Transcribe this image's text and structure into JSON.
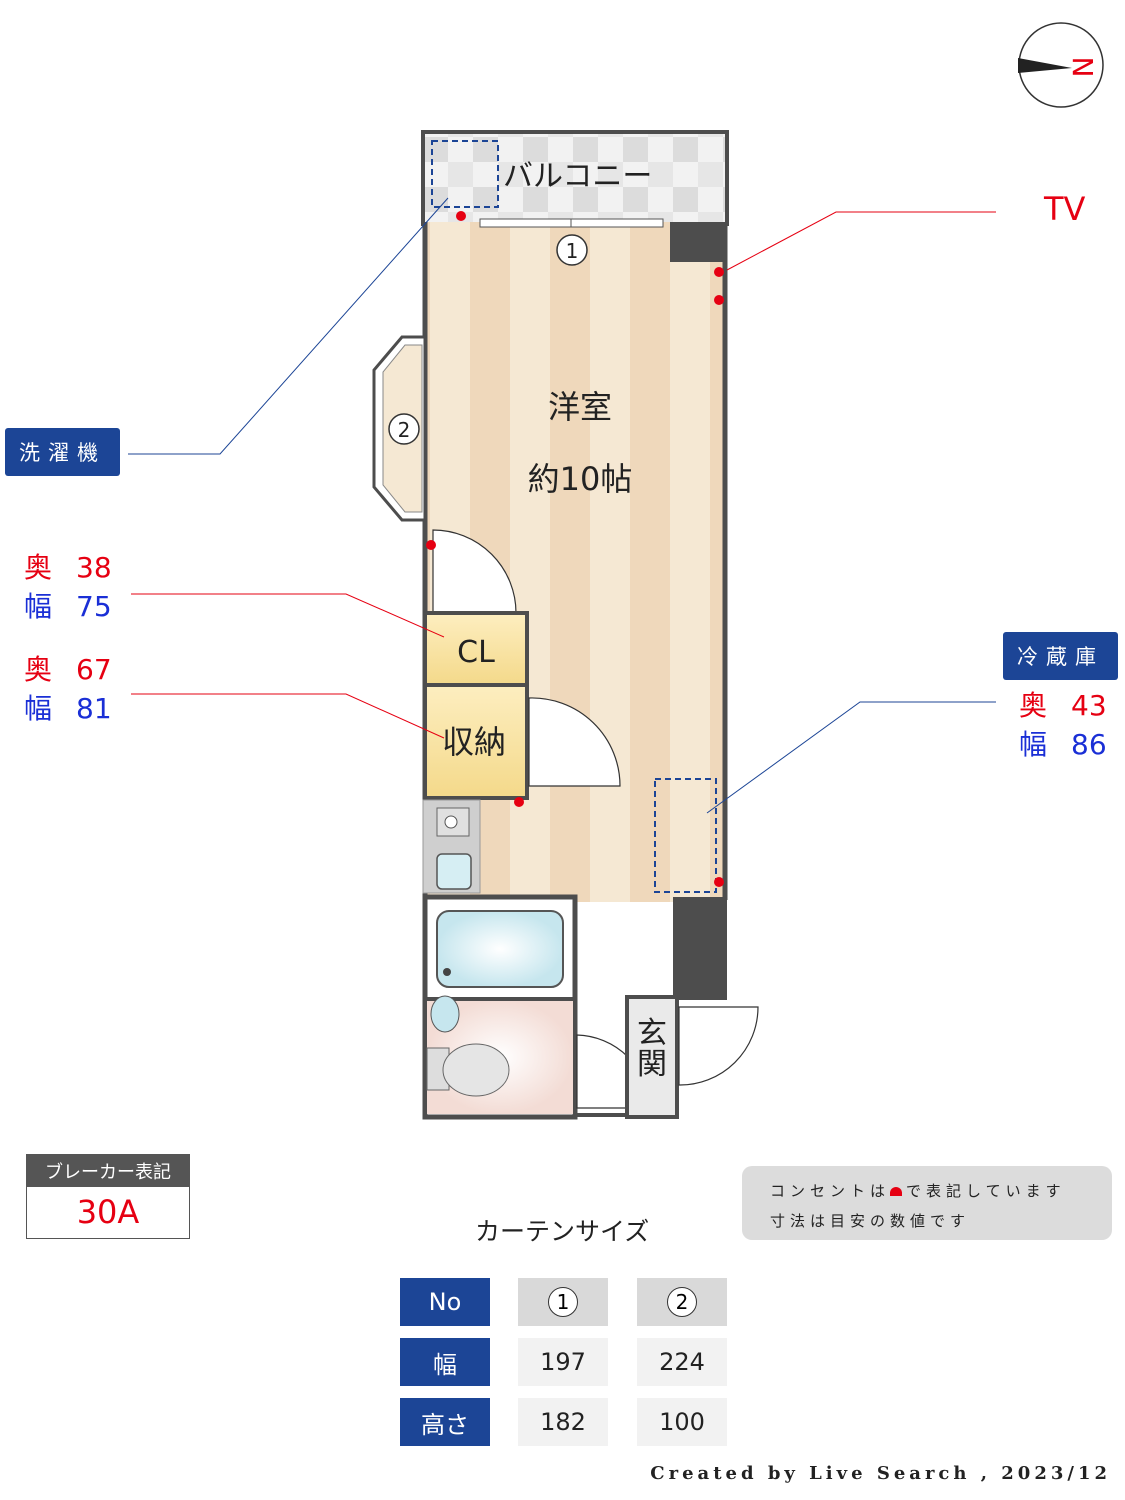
{
  "compass": {
    "label": "N"
  },
  "rooms": {
    "balcony": "バルコニー",
    "western_room": "洋室",
    "western_room_size": "約10帖",
    "closet": "CL",
    "storage": "収納",
    "entrance_1": "玄",
    "entrance_2": "関"
  },
  "window_markers": [
    "1",
    "2"
  ],
  "labels": {
    "tv": "TV",
    "washing_machine": "洗濯機",
    "refrigerator": "冷蔵庫"
  },
  "dimensions": {
    "cl": {
      "depth_label": "奥",
      "depth": "38",
      "width_label": "幅",
      "width": "75"
    },
    "storage": {
      "depth_label": "奥",
      "depth": "67",
      "width_label": "幅",
      "width": "81"
    },
    "refrigerator": {
      "depth_label": "奥",
      "depth": "43",
      "width_label": "幅",
      "width": "86"
    }
  },
  "breaker": {
    "title": "ブレーカー表記",
    "value": "30A"
  },
  "note": {
    "line1_a": "コンセントは",
    "line1_b": "で表記しています",
    "line2": "寸法は目安の数値です"
  },
  "curtain": {
    "title": "カーテンサイズ",
    "headers": [
      "No",
      "幅",
      "高さ"
    ],
    "columns": [
      {
        "no": "1",
        "width": "197",
        "height": "182"
      },
      {
        "no": "2",
        "width": "224",
        "height": "100"
      }
    ]
  },
  "footer": "Created by Live Search , 2023/12",
  "colors": {
    "accent_blue": "#1c4596",
    "outlet_red": "#e60012",
    "wall": "#4d4d4d"
  }
}
